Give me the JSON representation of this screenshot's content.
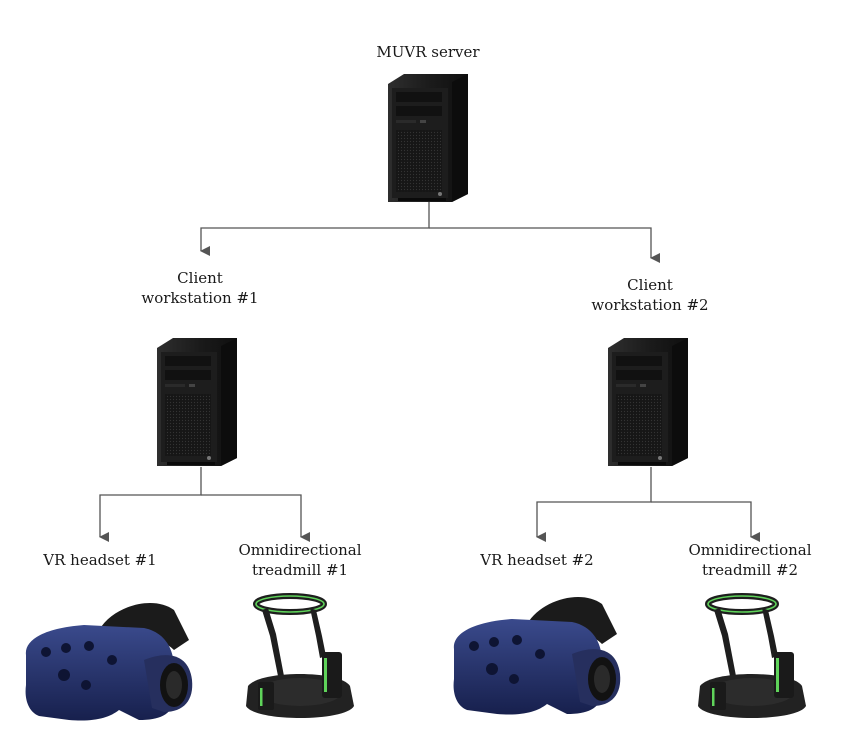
{
  "server": {
    "label": "MUVR server"
  },
  "clients": [
    {
      "label_line1": "Client",
      "label_line2": "workstation #1",
      "headset": {
        "label": "VR headset #1"
      },
      "treadmill": {
        "label_line1": "Omnidirectional",
        "label_line2": "treadmill #1"
      }
    },
    {
      "label_line1": "Client",
      "label_line2": "workstation #2",
      "headset": {
        "label": "VR headset #2"
      },
      "treadmill": {
        "label_line1": "Omnidirectional",
        "label_line2": "treadmill #2"
      }
    }
  ],
  "colors": {
    "connector": "#555555",
    "tower": "#1c1c1c",
    "headset": "#1f2a5e",
    "treadmill": "#1e1e1e",
    "accent_green": "#5fd35a"
  }
}
